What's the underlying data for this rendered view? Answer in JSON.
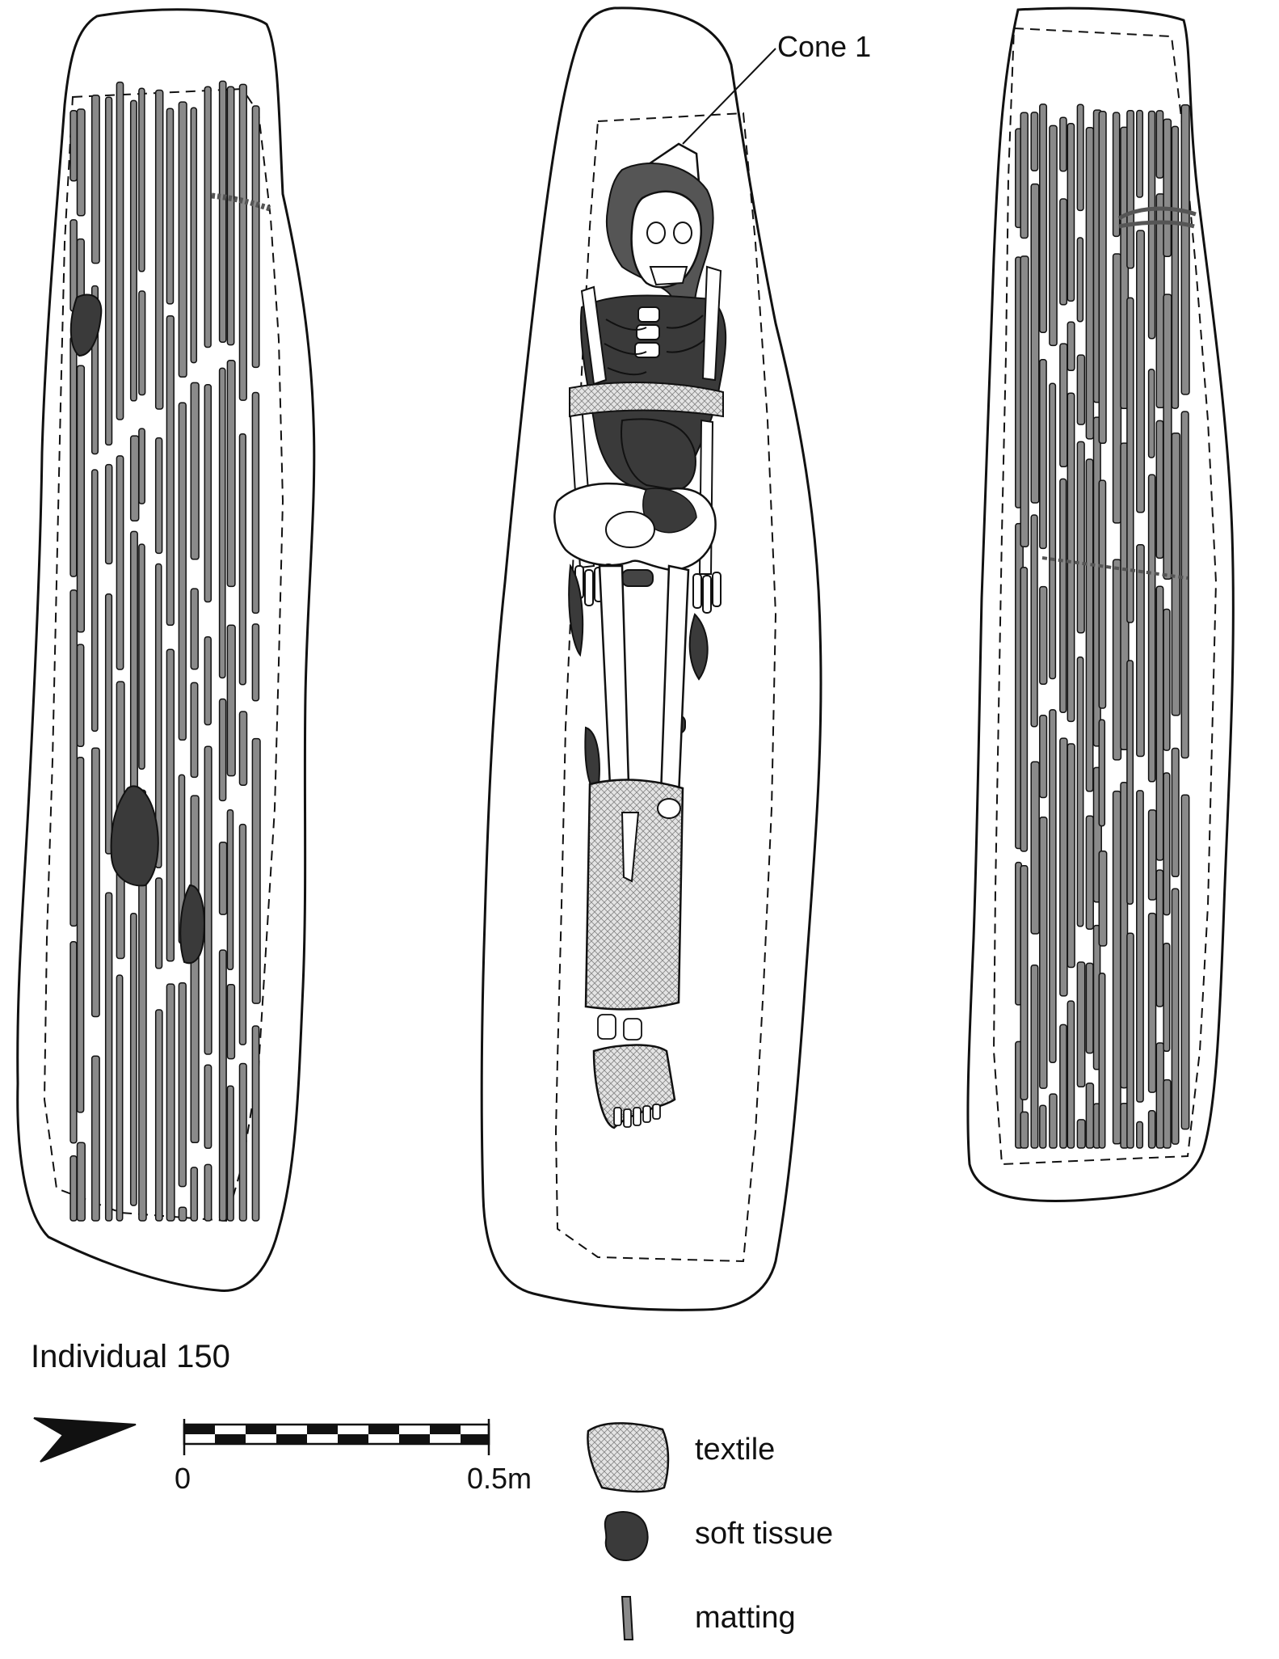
{
  "figure": {
    "individual_label": "Individual 150",
    "panels": [
      {
        "id": "left",
        "description_name": "matting-layer-panel"
      },
      {
        "id": "center",
        "description_name": "skeleton-panel"
      },
      {
        "id": "right",
        "description_name": "matting-underlayer-panel"
      }
    ],
    "annotations": {
      "cone_label": "Cone 1"
    },
    "scale_bar": {
      "start_label": "0",
      "end_label": "0.5m"
    },
    "legend": {
      "items": [
        {
          "key": "textile",
          "label": "textile",
          "color": "#d9d9d9"
        },
        {
          "key": "soft_tissue",
          "label": "soft tissue",
          "color": "#333333"
        },
        {
          "key": "matting",
          "label": "matting",
          "color": "#8a8a8a"
        }
      ]
    },
    "colors": {
      "outline": "#111111",
      "matting": "#8a8a8a",
      "soft_tissue": "#3a3a3a",
      "textile": "#dcdcdc",
      "bone": "#ffffff"
    }
  }
}
